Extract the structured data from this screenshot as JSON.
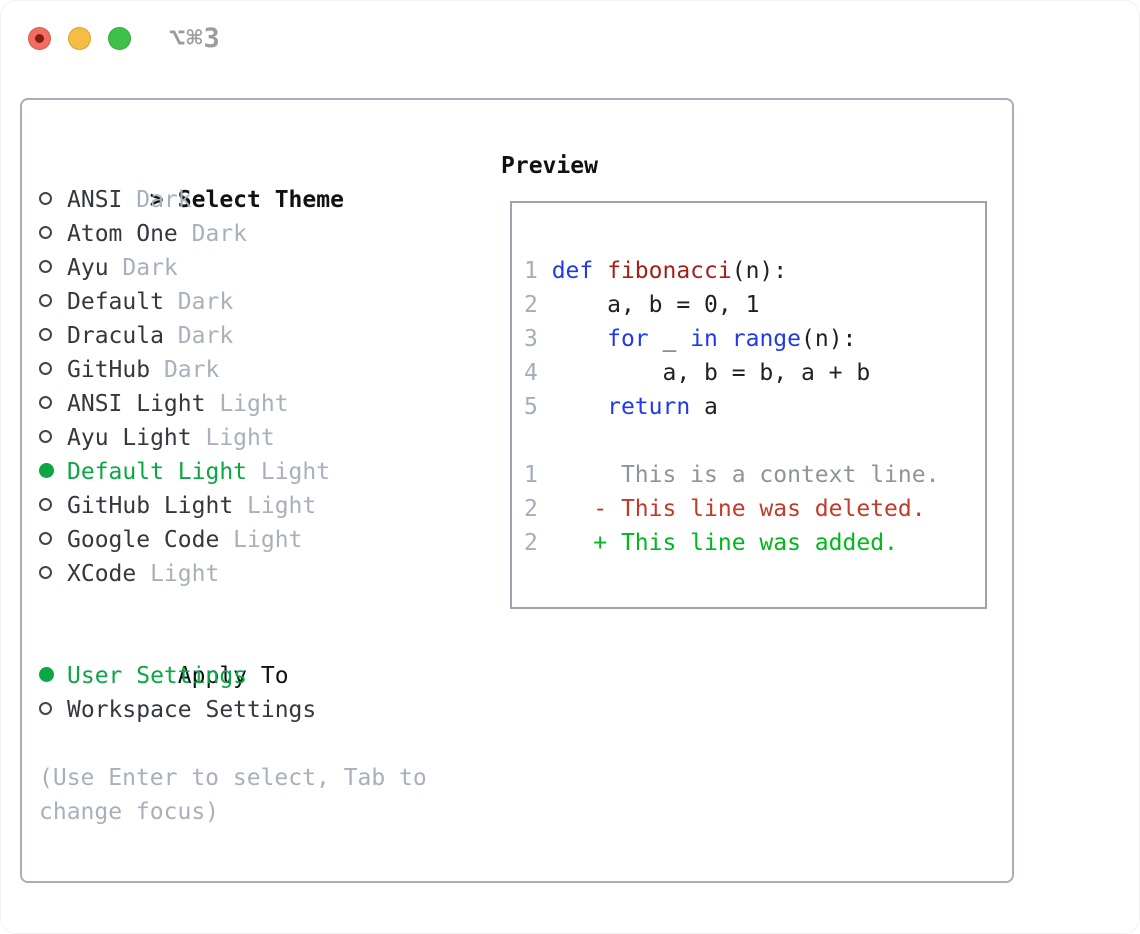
{
  "window": {
    "shortcut": "⌥⌘3",
    "traffic_lights": [
      "close",
      "minimize",
      "zoom"
    ]
  },
  "theme_selector": {
    "focus_marker": ">",
    "title": "Select Theme",
    "items": [
      {
        "name": "ANSI",
        "variant": "Dark",
        "selected": false
      },
      {
        "name": "Atom One",
        "variant": "Dark",
        "selected": false
      },
      {
        "name": "Ayu",
        "variant": "Dark",
        "selected": false
      },
      {
        "name": "Default",
        "variant": "Dark",
        "selected": false
      },
      {
        "name": "Dracula",
        "variant": "Dark",
        "selected": false
      },
      {
        "name": "GitHub",
        "variant": "Dark",
        "selected": false
      },
      {
        "name": "ANSI Light",
        "variant": "Light",
        "selected": false
      },
      {
        "name": "Ayu Light",
        "variant": "Light",
        "selected": false
      },
      {
        "name": "Default Light",
        "variant": "Light",
        "selected": true
      },
      {
        "name": "GitHub Light",
        "variant": "Light",
        "selected": false
      },
      {
        "name": "Google Code",
        "variant": "Light",
        "selected": false
      },
      {
        "name": "XCode",
        "variant": "Light",
        "selected": false
      }
    ],
    "apply_to": {
      "title": "Apply To",
      "options": [
        {
          "name": "User Settings",
          "selected": true
        },
        {
          "name": "Workspace Settings",
          "selected": false
        }
      ]
    },
    "help_text": "(Use Enter to select, Tab to change focus)"
  },
  "preview": {
    "title": "Preview",
    "lines": [
      {
        "name": "code-line-1",
        "tokens": [
          {
            "t": "1 ",
            "c": "ln"
          },
          {
            "t": "def ",
            "c": "kw"
          },
          {
            "t": "fibonacci",
            "c": "fn"
          },
          {
            "t": "(n):",
            "c": "pl"
          }
        ]
      },
      {
        "name": "code-line-2",
        "tokens": [
          {
            "t": "2 ",
            "c": "ln"
          },
          {
            "t": "    a, b = 0, 1",
            "c": "pl"
          }
        ]
      },
      {
        "name": "code-line-3",
        "tokens": [
          {
            "t": "3 ",
            "c": "ln"
          },
          {
            "t": "    ",
            "c": "pl"
          },
          {
            "t": "for",
            "c": "kw"
          },
          {
            "t": " _ ",
            "c": "pl"
          },
          {
            "t": "in",
            "c": "kw"
          },
          {
            "t": " ",
            "c": "pl"
          },
          {
            "t": "range",
            "c": "kw"
          },
          {
            "t": "(n):",
            "c": "pl"
          }
        ]
      },
      {
        "name": "code-line-4",
        "tokens": [
          {
            "t": "4 ",
            "c": "ln"
          },
          {
            "t": "        a, b = b, a + b",
            "c": "pl"
          }
        ]
      },
      {
        "name": "code-line-5",
        "tokens": [
          {
            "t": "5 ",
            "c": "ln"
          },
          {
            "t": "    ",
            "c": "pl"
          },
          {
            "t": "return",
            "c": "kw"
          },
          {
            "t": " a",
            "c": "pl"
          }
        ]
      },
      {
        "name": "blank-line",
        "tokens": []
      },
      {
        "name": "diff-context-line",
        "tokens": [
          {
            "t": "1",
            "c": "ln"
          },
          {
            "t": "      This is a context line.",
            "c": "ctx"
          }
        ]
      },
      {
        "name": "diff-deleted-line",
        "tokens": [
          {
            "t": "2",
            "c": "ln"
          },
          {
            "t": "    - This line was deleted.",
            "c": "del"
          }
        ]
      },
      {
        "name": "diff-added-line",
        "tokens": [
          {
            "t": "2",
            "c": "ln"
          },
          {
            "t": "    + This line was added.",
            "c": "add"
          }
        ]
      }
    ]
  },
  "colors": {
    "selection_green": "#0ca644",
    "diff_added_green": "#00b81e",
    "diff_deleted_red": "#c43a28",
    "keyword_blue": "#2139e8",
    "function_red": "#a32217",
    "muted_gray": "#a8b0bb",
    "line_number_gray": "#a4aebb",
    "panel_border_gray": "#a7aeb9",
    "traffic_red": "#f26c5f",
    "traffic_yellow": "#f6bd45",
    "traffic_green": "#3ec14b"
  }
}
